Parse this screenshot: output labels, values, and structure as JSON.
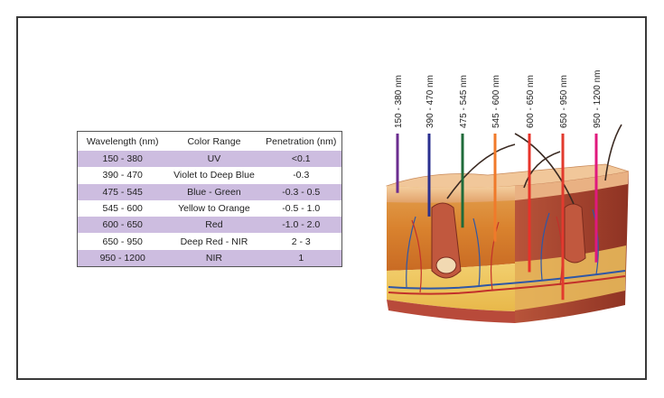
{
  "table": {
    "headers": [
      "Wavelength (nm)",
      "Color Range",
      "Penetration (nm)"
    ],
    "rows": [
      [
        "150 - 380",
        "UV",
        "<0.1"
      ],
      [
        "390 - 470",
        "Violet to Deep Blue",
        "-0.3"
      ],
      [
        "475 - 545",
        "Blue - Green",
        "-0.3 - 0.5"
      ],
      [
        "545 - 600",
        "Yellow to Orange",
        "-0.5 - 1.0"
      ],
      [
        "600 - 650",
        "Red",
        "-1.0 - 2.0"
      ],
      [
        "650 - 950",
        "Deep Red - NIR",
        "2 - 3"
      ],
      [
        "950 - 1200",
        "NIR",
        "1"
      ]
    ],
    "row_tint": "#cdbde0"
  },
  "beams": [
    {
      "label": "150 - 380 nm",
      "color": "#6b2d8f",
      "depth": 0.05
    },
    {
      "label": "390 - 470 nm",
      "color": "#2a2f8f",
      "depth": 0.22
    },
    {
      "label": "475 - 545 nm",
      "color": "#1f6b3a",
      "depth": 0.3
    },
    {
      "label": "545 - 600 nm",
      "color": "#f07a2a",
      "depth": 0.4
    },
    {
      "label": "600 - 650 nm",
      "color": "#e8332a",
      "depth": 0.62
    },
    {
      "label": "650 - 950 nm",
      "color": "#e23a2e",
      "depth": 0.82
    },
    {
      "label": "950 - 1200 nm",
      "color": "#e0197d",
      "depth": 0.55
    }
  ]
}
